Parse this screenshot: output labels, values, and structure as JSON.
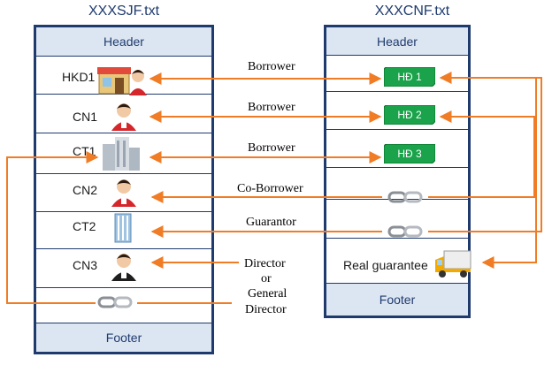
{
  "left_file": {
    "title": "XXXSJF.txt",
    "header": "Header",
    "footer": "Footer",
    "rows": [
      "HKD1",
      "CN1",
      "CT1",
      "CN2",
      "CT2",
      "CN3"
    ]
  },
  "right_file": {
    "title": "XXXCNF.txt",
    "header": "Header",
    "footer": "Footer",
    "contracts": [
      "HĐ 1",
      "HĐ 2",
      "HĐ 3"
    ],
    "real_guarantee": "Real guarantee"
  },
  "relations": {
    "borrower_1": "Borrower",
    "borrower_2": "Borrower",
    "borrower_3": "Borrower",
    "co_borrower": "Co-Borrower",
    "guarantor": "Guarantor",
    "director_line1": "Director",
    "director_line2": "or",
    "director_line3": "General",
    "director_line4": "Director"
  },
  "colors": {
    "border": "#1f3b6e",
    "header_band": "#dce6f2",
    "arrow": "#f07c26",
    "contract_green": "#1aa34a"
  },
  "icons": {
    "hkd1": "shop-person-icon",
    "cn": "person-icon",
    "ct1": "building-icon",
    "ct2": "tower-icon",
    "link": "chain-link-icon",
    "truck": "truck-icon"
  }
}
